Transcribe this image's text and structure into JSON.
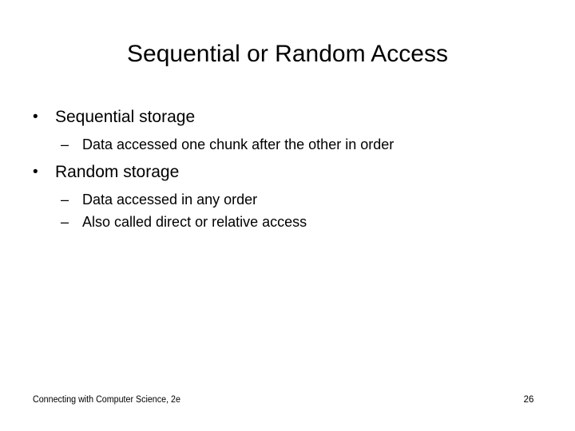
{
  "slide": {
    "title": "Sequential or Random Access",
    "bullet_marker_level1": "•",
    "bullet_marker_level2": "–",
    "content": [
      {
        "level": 1,
        "text": "Sequential storage"
      },
      {
        "level": 2,
        "text": "Data accessed one chunk after the other in order"
      },
      {
        "level": 1,
        "text": "Random storage"
      },
      {
        "level": 2,
        "text": "Data accessed in any order"
      },
      {
        "level": 2,
        "text": "Also called direct or relative access"
      }
    ],
    "footer": {
      "source": "Connecting with Computer Science, 2e",
      "page_number": "26"
    },
    "colors": {
      "background": "#ffffff",
      "text": "#000000"
    }
  }
}
